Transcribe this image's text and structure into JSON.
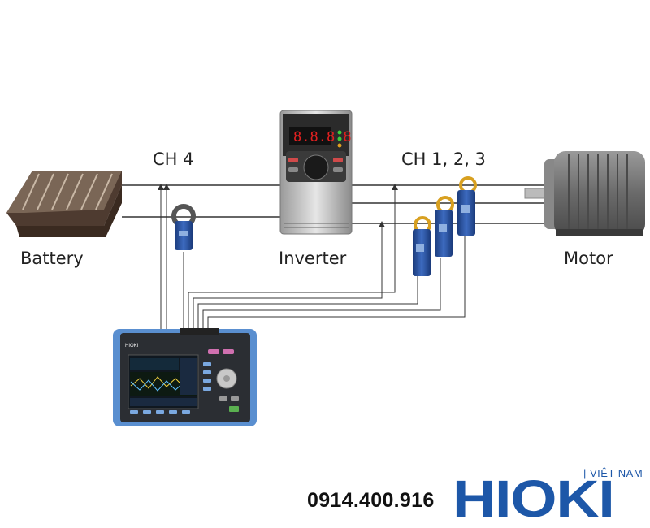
{
  "labels": {
    "battery": "Battery",
    "inverter": "Inverter",
    "motor": "Motor",
    "ch4": "CH 4",
    "ch123": "CH 1, 2, 3"
  },
  "inverter_display": "8.8.8.8",
  "analyzer_brand": "HIOKI",
  "brand": {
    "phone": "0914.400.916",
    "logo": "HIOKI",
    "region": "| VIỆT NAM"
  },
  "colors": {
    "brand_blue": "#1d57a8",
    "wire": "#333333",
    "display_red": "#e02020",
    "analyzer_body": "#5a8fd0"
  }
}
